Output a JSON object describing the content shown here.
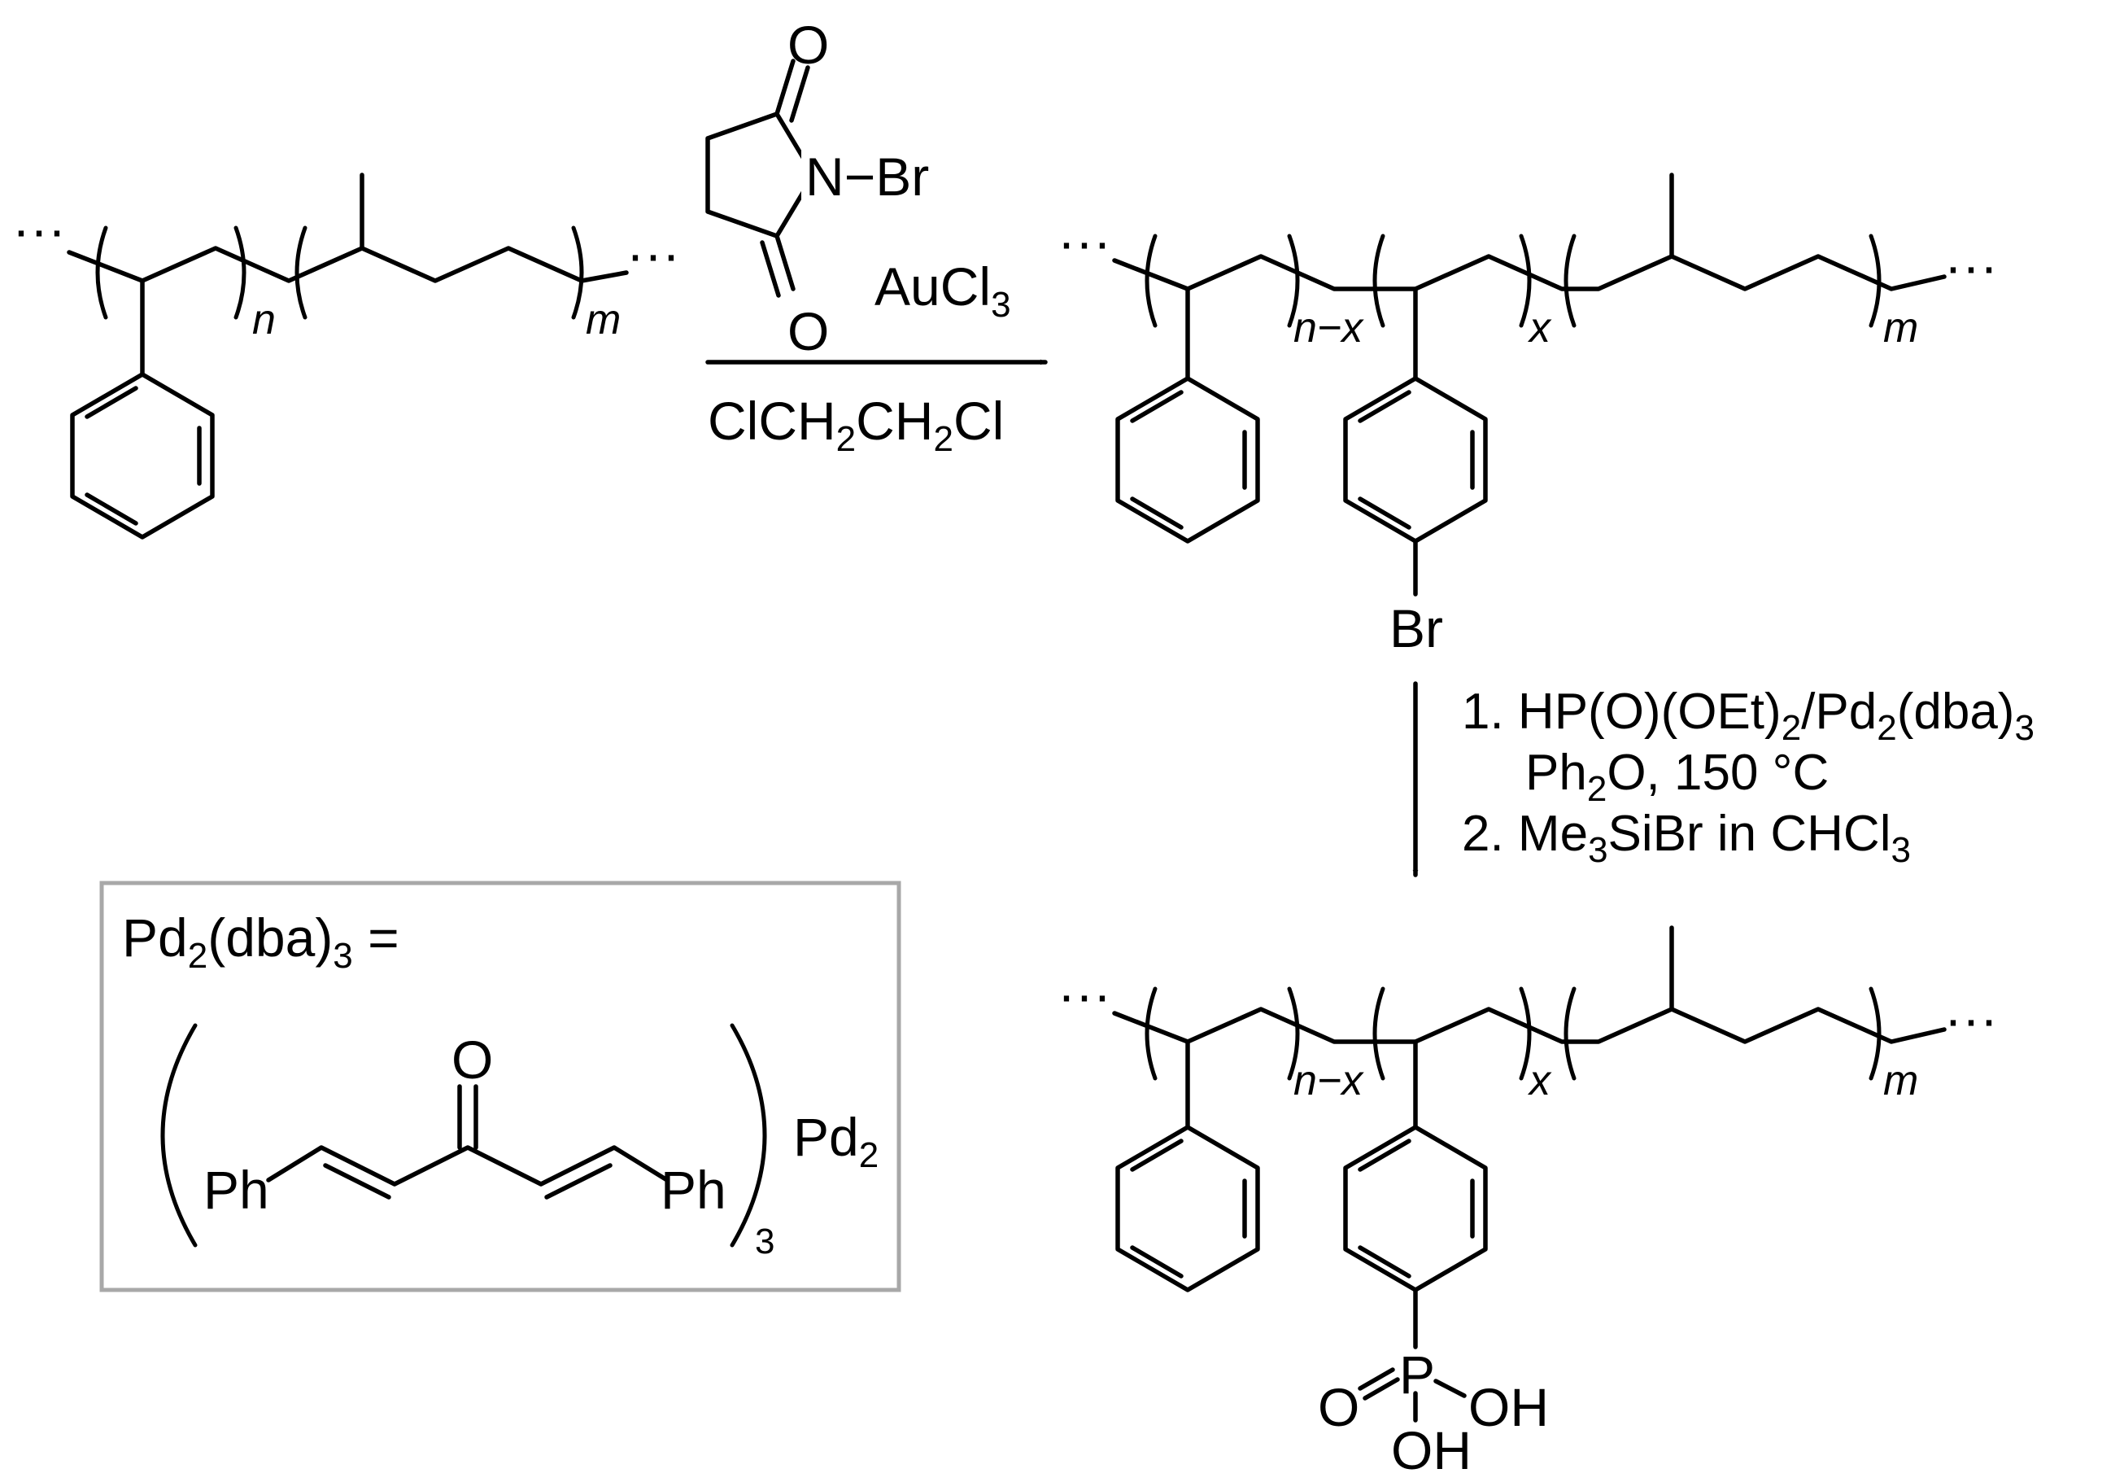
{
  "colors": {
    "ink": "#000000",
    "background": "#ffffff",
    "box_border": "#a8a8a8"
  },
  "polymer_1": {
    "chain_end_left": "···",
    "chain_end_right": "···",
    "subscript_styrene": "n",
    "subscript_isoprene": "m"
  },
  "reaction_1": {
    "nbs_oxygen_top": "O",
    "nbs_oxygen_bottom": "O",
    "nbs_n_bromo": "N−Br",
    "catalyst_main": "AuCl",
    "catalyst_sub": "3",
    "solvent_parts": [
      "ClCH",
      "2",
      "CH",
      "2",
      "Cl"
    ]
  },
  "polymer_2": {
    "chain_end_left": "···",
    "chain_end_right": "···",
    "subscript_styrene": "n−x",
    "subscript_bromostyrene": "x",
    "subscript_isoprene": "m",
    "substituent": "Br"
  },
  "reaction_2": {
    "step1_parts": [
      "1. HP(O)(OEt)",
      "2",
      "/Pd",
      "2",
      "(dba)",
      "3"
    ],
    "step1_line2_parts": [
      "Ph",
      "2",
      "O, 150 °C"
    ],
    "step2_parts": [
      "2. Me",
      "3",
      "SiBr in CHCl",
      "3"
    ]
  },
  "polymer_3": {
    "chain_end_left": "···",
    "chain_end_right": "···",
    "subscript_styrene": "n−x",
    "subscript_phosphonic": "x",
    "subscript_isoprene": "m",
    "p_atom": "P",
    "oxo_o": "O",
    "hydroxyl_right": "OH",
    "hydroxyl_bottom": "OH"
  },
  "legend_box": {
    "header_parts": [
      "Pd",
      "2",
      "(dba)",
      "3",
      " ="
    ],
    "ketone_o": "O",
    "phenyl_left": "Ph",
    "phenyl_right": "Ph",
    "multiplier": "3",
    "metal_main": "Pd",
    "metal_sub": "2"
  }
}
